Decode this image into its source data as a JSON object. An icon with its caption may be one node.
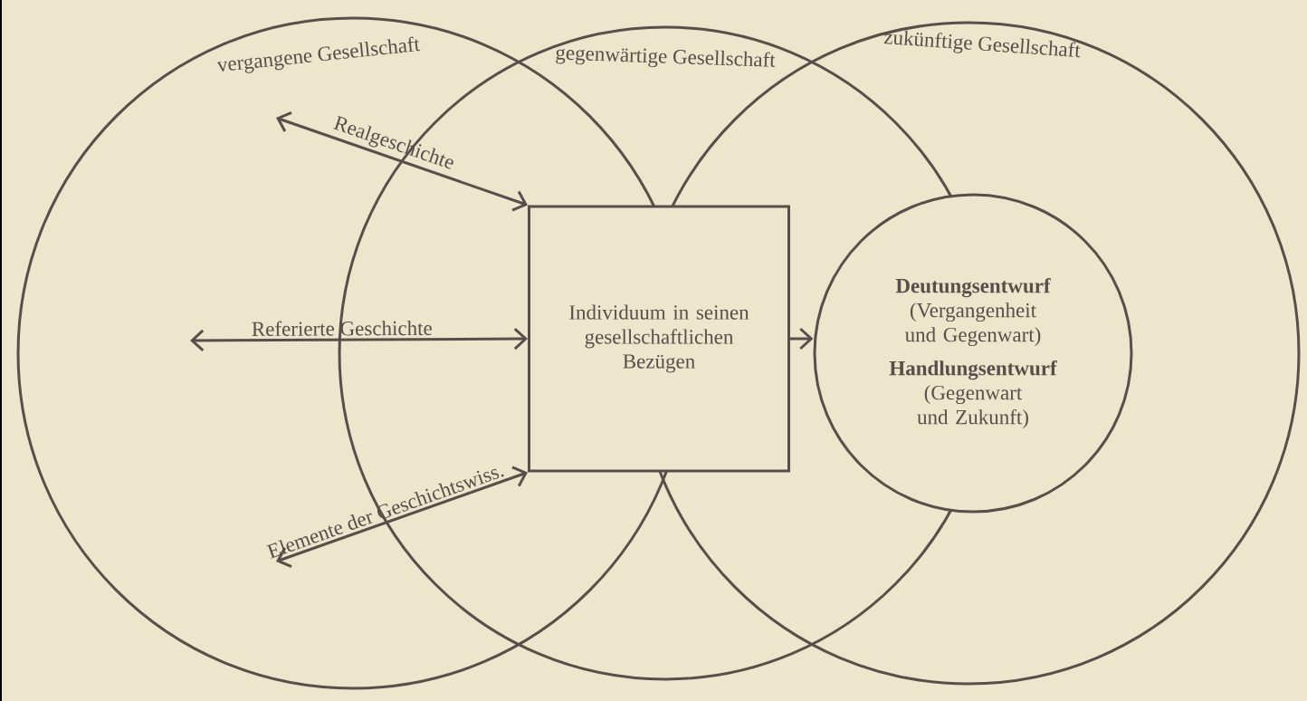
{
  "diagram": {
    "nodes": [
      {
        "text": [
          "vergangene Gesellschaft"
        ]
      },
      {
        "text": [
          "gegenwärtige Gesellschaft"
        ]
      },
      {
        "text": [
          "zukünftige Gesellschaft"
        ]
      },
      {
        "text": [
          "Individuum in seinen gesellschaftlichen Bezügen"
        ],
        "in": 1
      },
      {
        "text": [
          "Deutungsentwurf",
          "(Vergangenheit und Gegenwart)",
          "Handlungsentwurf",
          "(Gegenwart und Zukunft)"
        ],
        "in": 2
      }
    ],
    "edges": [
      {
        "from": 0,
        "to": 3,
        "arrow": "both",
        "label": "Realgeschichte"
      },
      {
        "from": 0,
        "to": 3,
        "arrow": "both",
        "label": "Referierte Geschichte"
      },
      {
        "from": 0,
        "to": 3,
        "arrow": "both",
        "label": "Elemente der Geschichtswiss."
      },
      {
        "from": 3,
        "to": 4,
        "arrow": "to"
      }
    ]
  }
}
